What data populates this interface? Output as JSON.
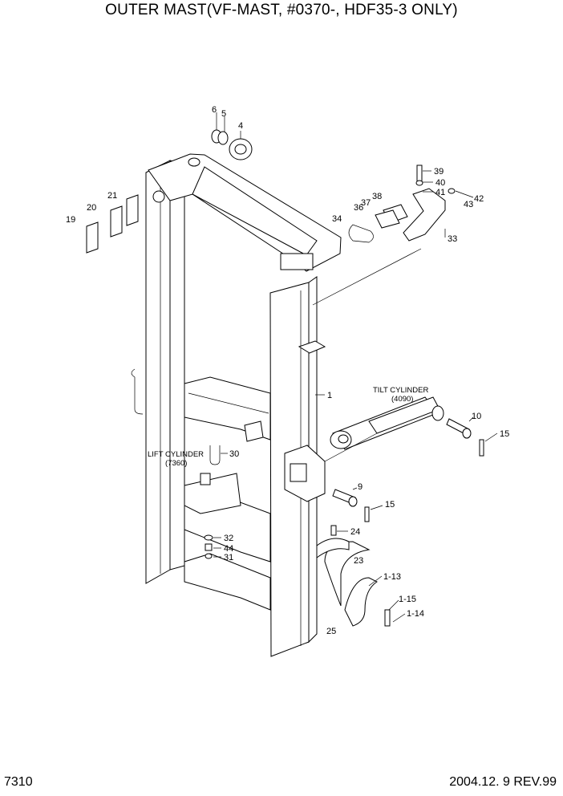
{
  "header": {
    "title": "OUTER MAST(VF-MAST, #0370-, HDF35-3 ONLY)"
  },
  "footer": {
    "page_code": "7310",
    "revision": "2004.12. 9 REV.99"
  },
  "callouts": [
    {
      "id": "c6",
      "label": "6"
    },
    {
      "id": "c5",
      "label": "5"
    },
    {
      "id": "c4",
      "label": "4"
    },
    {
      "id": "c39",
      "label": "39"
    },
    {
      "id": "c40",
      "label": "40"
    },
    {
      "id": "c41",
      "label": "41"
    },
    {
      "id": "c42",
      "label": "42"
    },
    {
      "id": "c43",
      "label": "43"
    },
    {
      "id": "c38",
      "label": "38"
    },
    {
      "id": "c37",
      "label": "37"
    },
    {
      "id": "c36",
      "label": "36"
    },
    {
      "id": "c34",
      "label": "34"
    },
    {
      "id": "c33",
      "label": "33"
    },
    {
      "id": "c21",
      "label": "21"
    },
    {
      "id": "c20",
      "label": "20"
    },
    {
      "id": "c19",
      "label": "19"
    },
    {
      "id": "c1",
      "label": "1"
    },
    {
      "id": "c10",
      "label": "10"
    },
    {
      "id": "c15a",
      "label": "15"
    },
    {
      "id": "c9",
      "label": "9"
    },
    {
      "id": "c15b",
      "label": "15"
    },
    {
      "id": "c24",
      "label": "24"
    },
    {
      "id": "c23",
      "label": "23"
    },
    {
      "id": "c1_13",
      "label": "1-13"
    },
    {
      "id": "c1_15",
      "label": "1-15"
    },
    {
      "id": "c1_14",
      "label": "1-14"
    },
    {
      "id": "c25",
      "label": "25"
    },
    {
      "id": "c30",
      "label": "30"
    },
    {
      "id": "c32",
      "label": "32"
    },
    {
      "id": "c44",
      "label": "44"
    },
    {
      "id": "c31",
      "label": "31"
    }
  ],
  "references": {
    "tilt_cylinder": {
      "name": "TILT CYLINDER",
      "code": "(4090)"
    },
    "lift_cylinder": {
      "name": "LIFT CYLINDER",
      "code": "(7360)"
    }
  }
}
